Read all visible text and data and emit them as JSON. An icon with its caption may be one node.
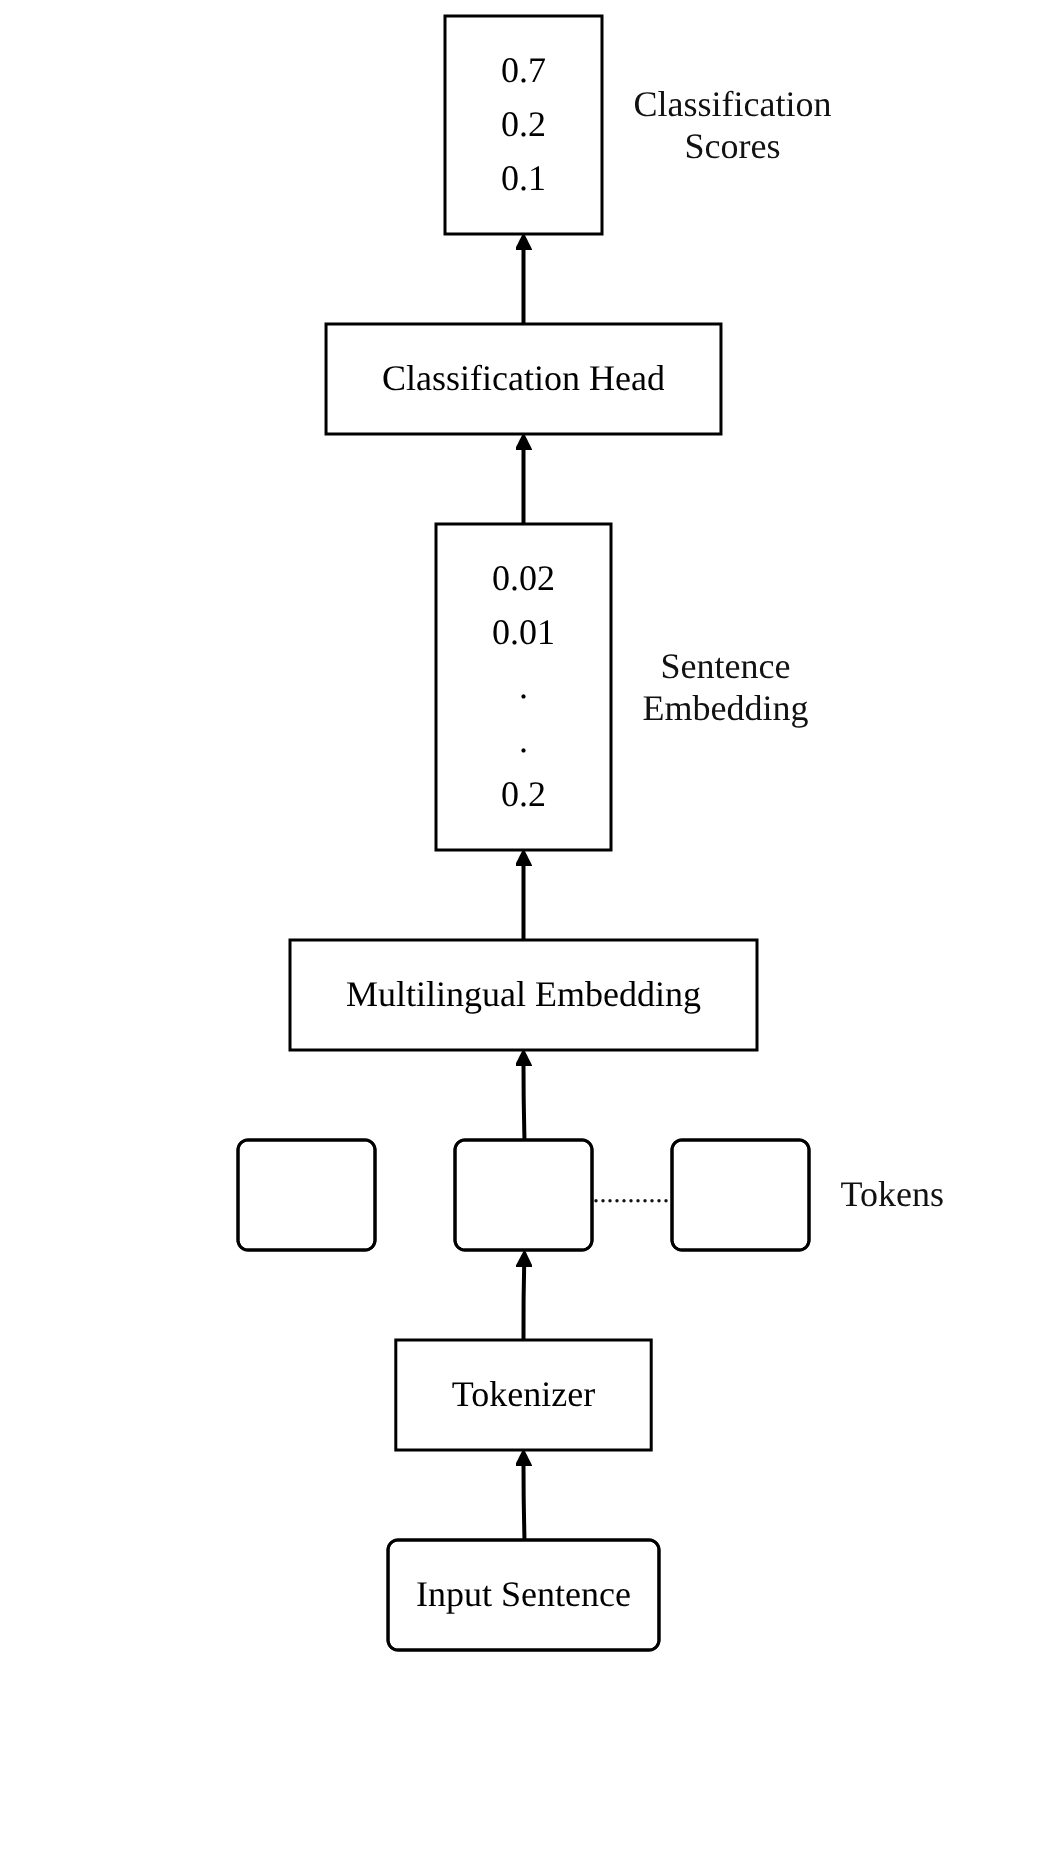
{
  "diagram": {
    "nodes": [
      {
        "text": [
          "Input Sentence"
        ]
      },
      {
        "text": [
          "Tokenizer"
        ]
      },
      {
        "text": [],
        "shape": "box"
      },
      {
        "text": [],
        "shape": "box"
      },
      {
        "text": [],
        "shape": "box",
        "beside": [
          "Tokens"
        ]
      },
      {
        "text": [
          "Multilingual Embedding"
        ]
      },
      {
        "text": [
          "0.02",
          "0.01",
          ".",
          ".",
          "0.2"
        ],
        "beside": [
          "Sentence Embedding"
        ]
      },
      {
        "text": [
          "Classification Head"
        ]
      },
      {
        "text": [
          "0.7",
          "0.2",
          "0.1"
        ],
        "beside": [
          "Classification Scores"
        ]
      }
    ],
    "edges": [
      {
        "from": 0,
        "to": 1,
        "arrow": "to"
      },
      {
        "from": 1,
        "to": 3,
        "arrow": "to"
      },
      {
        "from": 3,
        "to": 5,
        "arrow": "to"
      },
      {
        "from": 5,
        "to": 6,
        "arrow": "to"
      },
      {
        "from": 6,
        "to": 7,
        "arrow": "to"
      },
      {
        "from": 7,
        "to": 8,
        "arrow": "to"
      }
    ],
    "labels": [
      "..........."
    ]
  }
}
